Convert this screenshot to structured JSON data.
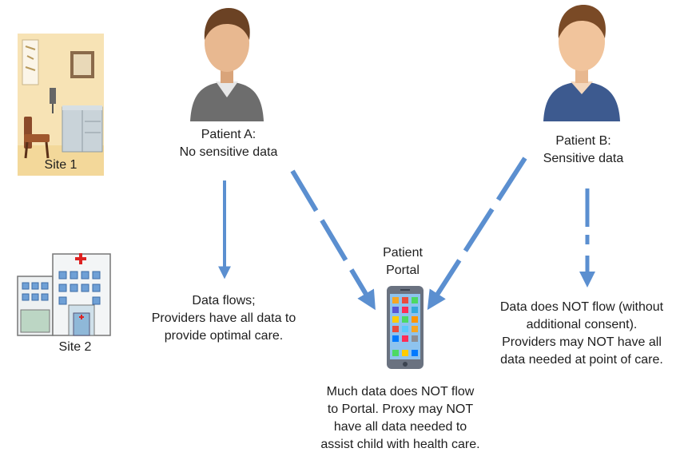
{
  "site1": {
    "label": "Site 1"
  },
  "site2": {
    "label": "Site 2"
  },
  "patient_a": {
    "line1": "Patient A:",
    "line2": "No sensitive data"
  },
  "patient_b": {
    "line1": "Patient B:",
    "line2": "Sensitive data"
  },
  "portal": {
    "line1": "Patient",
    "line2": "Portal"
  },
  "flow_a": {
    "line1": "Data flows;",
    "line2": "Providers have all data to",
    "line3": "provide optimal care."
  },
  "flow_b": {
    "line1": "Data does NOT flow (without",
    "line2": "additional consent).",
    "line3": "Providers may NOT have all",
    "line4": "data needed at point of care."
  },
  "portal_note": {
    "line1": "Much data does NOT flow",
    "line2": "to Portal.  Proxy may NOT",
    "line3": "have all data needed to",
    "line4": "assist child with health care."
  },
  "colors": {
    "arrow": "#5b8fd0",
    "shirt_a": "#6d6d6d",
    "shirt_b": "#3d5a8f"
  }
}
